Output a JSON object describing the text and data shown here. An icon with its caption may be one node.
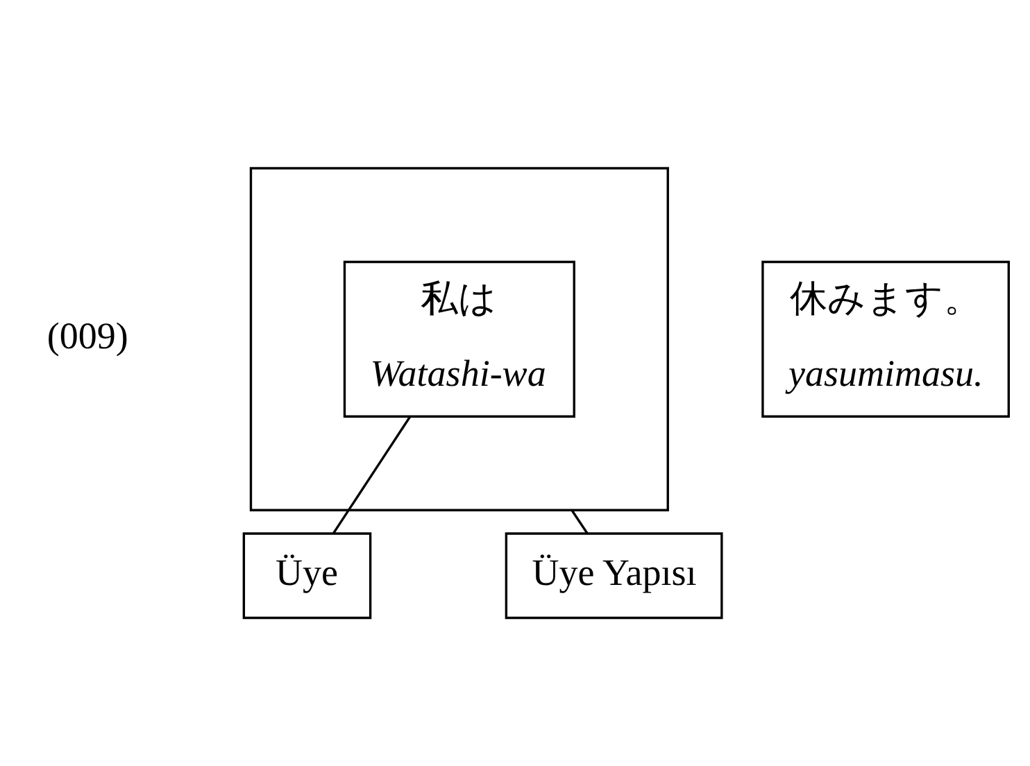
{
  "diagram": {
    "nodes": [
      {
        "text": [],
        "shape": "box"
      },
      {
        "text": [
          "私は",
          "Watashi-wa"
        ],
        "in": 0
      },
      {
        "text": [
          "休みます。",
          "yasumimasu."
        ]
      },
      {
        "text": [
          "Üye"
        ]
      },
      {
        "text": [
          "Üye Yapısı"
        ]
      }
    ],
    "edges": [
      {
        "from": 0,
        "to": 4,
        "arrow": "none"
      },
      {
        "from": 1,
        "to": 3,
        "arrow": "none"
      }
    ],
    "labels": [
      "(009)"
    ]
  }
}
